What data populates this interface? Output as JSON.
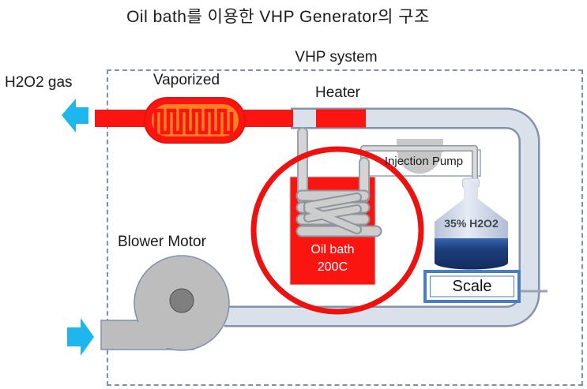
{
  "title": "Oil bath를 이용한  VHP Generator의 구조",
  "system": {
    "label": "VHP system"
  },
  "labels": {
    "h2o2_gas": "H2O2 gas",
    "vaporized": "Vaporized",
    "heater": "Heater",
    "injection_pump": "Injection Pump",
    "oil_bath_line1": "Oil bath",
    "oil_bath_line2": "200C",
    "flask": "35% H2O2",
    "scale": "Scale",
    "blower": "Blower Motor"
  },
  "icons": {
    "gas_out_arrow": "block-arrow-left",
    "air_in_arrow": "block-arrow-right"
  },
  "colors": {
    "hot_red": "#fb1511",
    "vaporizer_inner_orange": "#f8821f",
    "pipe_fill": "#dbe1ea",
    "pipe_stroke": "#8193ad",
    "arrow_cyan": "#1db7ed",
    "metal_gray": "#bdbdbd",
    "flask_body_blue": "#ccd5e6",
    "flask_liquid_blue": "#1d3f7d",
    "scale_border_blue": "#4a7ec2",
    "highlight_red": "#ed1210"
  }
}
